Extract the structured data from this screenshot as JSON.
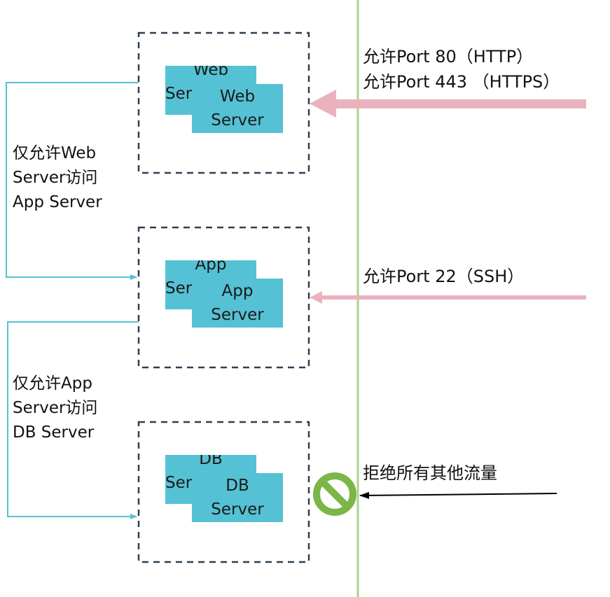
{
  "colors": {
    "server_fill": "#55c1d4",
    "dashed_box": "#2f3f4f",
    "connector": "#55c1d4",
    "boundary_line": "#a8d48a",
    "inbound_arrow": "#eab2bf",
    "deny_icon": "#7ab648",
    "deny_arrow": "#000000"
  },
  "servers": [
    {
      "line1": "Web",
      "line2": "Server",
      "back_line1": "Web",
      "back_line2": "Server"
    },
    {
      "line1": "App",
      "line2": "Server",
      "back_line1": "App",
      "back_line2": "Server"
    },
    {
      "line1": "DB",
      "line2": "Server",
      "back_line1": "DB",
      "back_line2": "Server"
    }
  ],
  "rules": {
    "web_to_app": {
      "line1": "仅允许Web",
      "line2": "Server访问",
      "line3": "App Server"
    },
    "app_to_db": {
      "line1": "仅允许App",
      "line2": "Server访问",
      "line3": "DB Server"
    }
  },
  "inbound": {
    "web": {
      "line1": "允许Port 80（HTTP）",
      "line2": "允许Port 443 （HTTPS）"
    },
    "app": {
      "line1": "允许Port 22（SSH）"
    },
    "deny": {
      "line1": "拒绝所有其他流量",
      "icon": "deny-icon"
    }
  }
}
